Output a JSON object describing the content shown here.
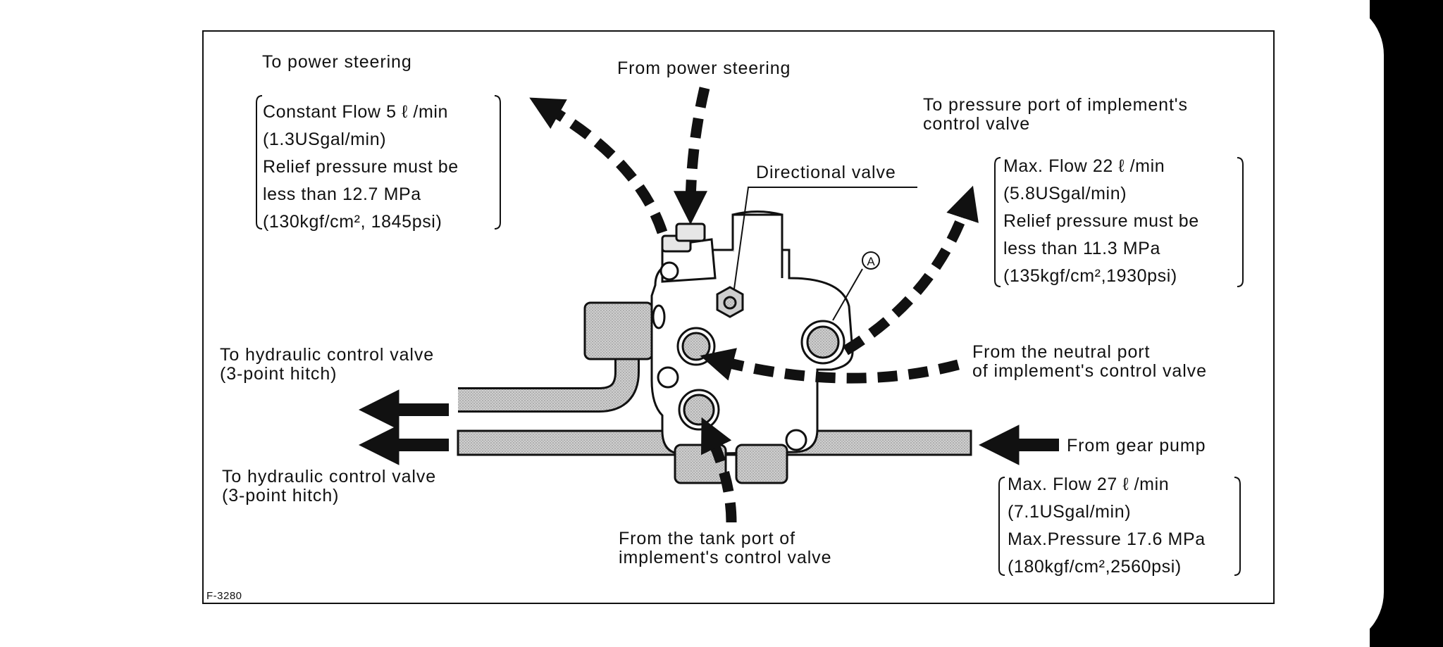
{
  "labels": {
    "to_power_steering": "To power steering",
    "from_power_steering": "From power steering",
    "to_pressure_port_1": "To pressure port of implement's",
    "to_pressure_port_2": "control valve",
    "directional_valve": "Directional valve",
    "callout_a": "A",
    "to_hydraulic_1_line1": "To hydraulic control valve",
    "to_hydraulic_1_line2": "(3-point hitch)",
    "to_hydraulic_2_line1": "To hydraulic control valve",
    "to_hydraulic_2_line2": "(3-point hitch)",
    "from_neutral_1": "From the neutral port",
    "from_neutral_2": "of implement's control valve",
    "from_gear_pump": "From gear pump",
    "from_tank_1": "From the tank port of",
    "from_tank_2": "implement's control valve",
    "figure_number": "F-3280"
  },
  "specs": {
    "power_steering": {
      "l1": "Constant Flow 5 ℓ /min",
      "l2": "(1.3USgal/min)",
      "l3": "Relief pressure must be",
      "l4": "less than 12.7 MPa",
      "l5": "(130kgf/cm², 1845psi)"
    },
    "implement": {
      "l1": "Max. Flow 22 ℓ /min",
      "l2": "(5.8USgal/min)",
      "l3": "Relief pressure must be",
      "l4": "less than 11.3 MPa",
      "l5": "(135kgf/cm²,1930psi)"
    },
    "gear_pump": {
      "l1": "Max. Flow 27 ℓ /min",
      "l2": "(7.1USgal/min)",
      "l3": "Max.Pressure 17.6 MPa",
      "l4": "(180kgf/cm²,2560psi)"
    }
  }
}
